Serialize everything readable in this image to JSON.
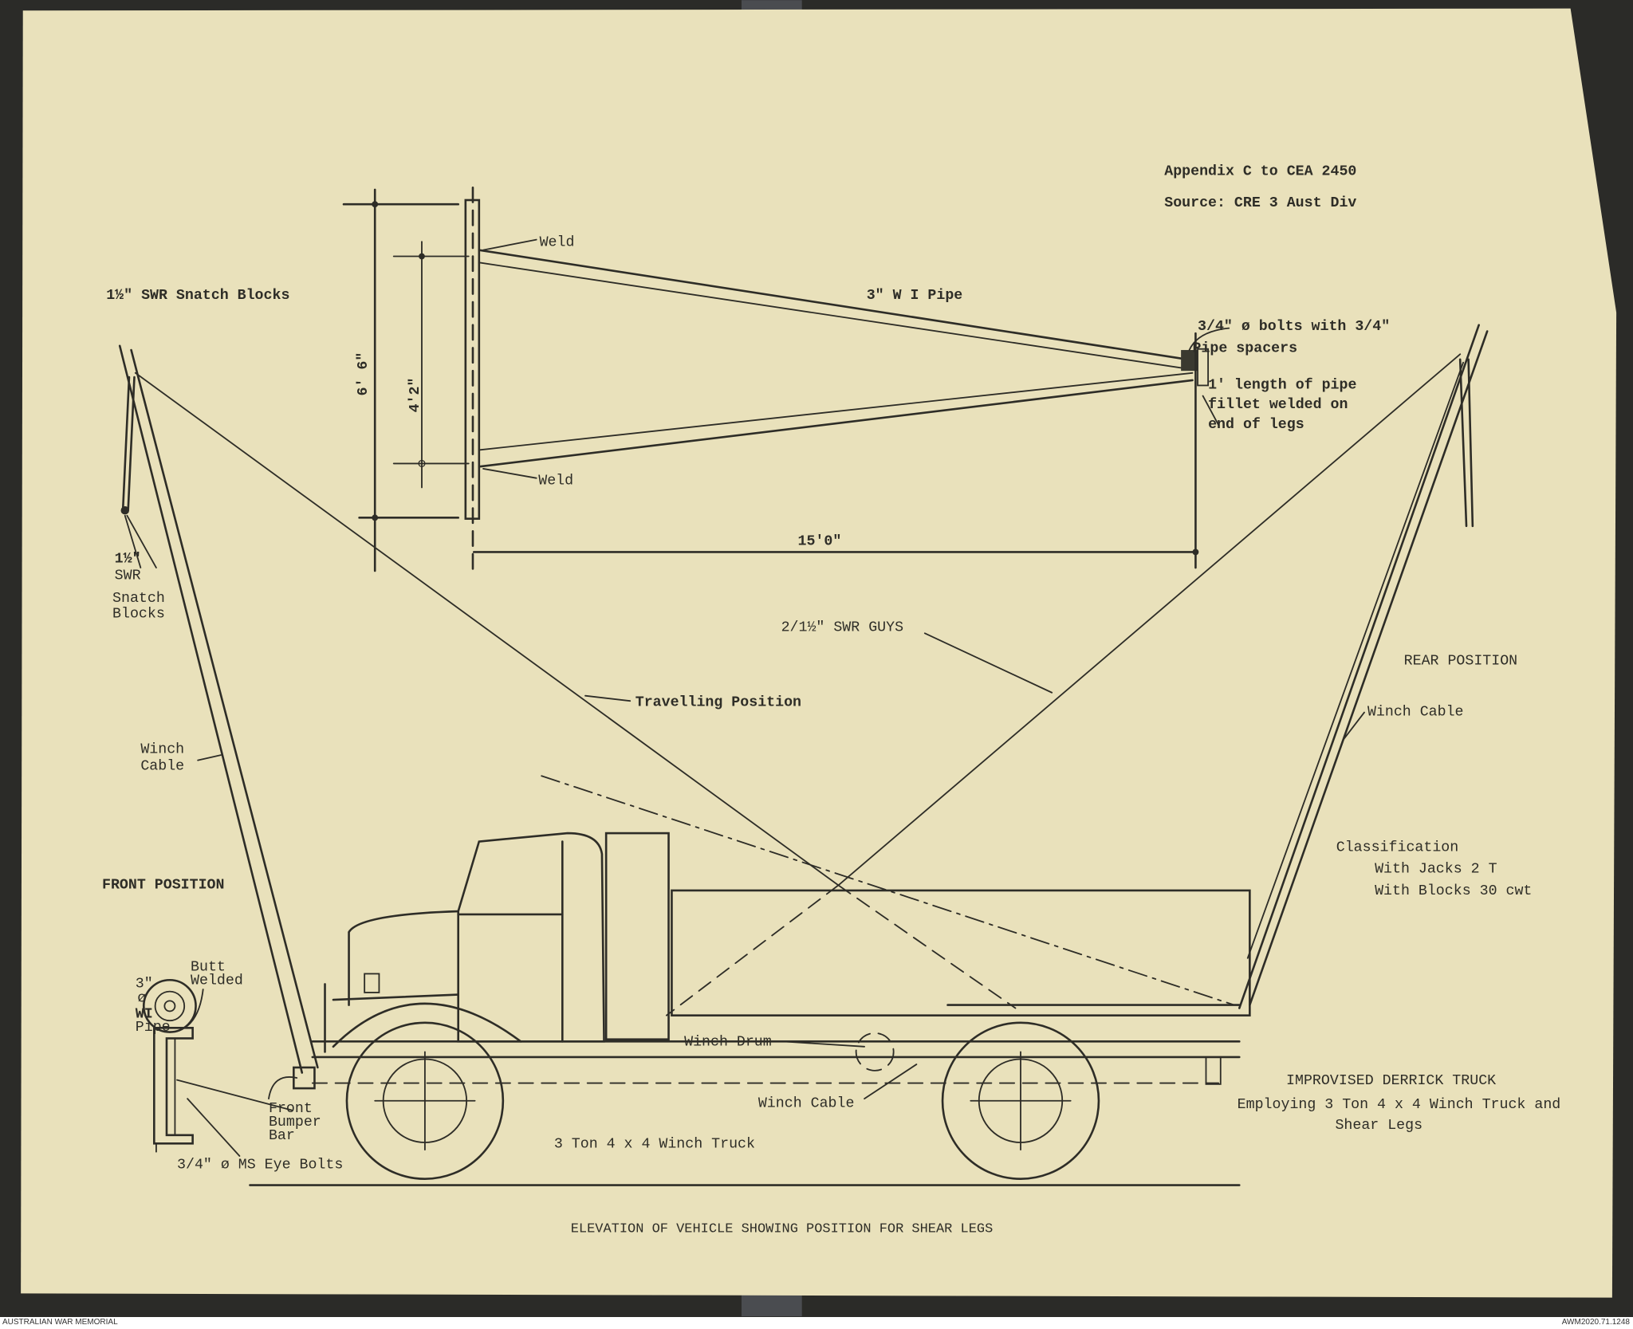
{
  "header": {
    "appendix": "Appendix C to CEA 2450",
    "source": "Source:   CRE 3 Aust Div"
  },
  "detail": {
    "snatch_blocks_title": "1½\" SWR Snatch Blocks",
    "weld_top": "Weld",
    "weld_bottom": "Weld",
    "pipe": "3\"  W I Pipe",
    "bolts_1": "3/4\" ø bolts with 3/4\"",
    "bolts_2": "Pipe spacers",
    "length_1": "1' length of pipe",
    "length_2": "fillet welded on",
    "length_3": "end of legs",
    "dim_outer": "6' 6\"",
    "dim_inner": "4'2\"",
    "dim_length": "15'0\""
  },
  "labels": {
    "snatch_1": "1½\"",
    "snatch_2": "SWR",
    "snatch_3": "Snatch",
    "snatch_4": "Blocks",
    "guys": "2/1½\" SWR GUYS",
    "travelling": "Travelling Position",
    "rear_position": "REAR POSITION",
    "winch_cable_right": "Winch Cable",
    "winch_cable_left_1": "Winch",
    "winch_cable_left_2": "Cable",
    "front_position": "FRONT POSITION",
    "butt_1": "Butt",
    "butt_2": "Welded",
    "pipe_1": "3\"",
    "pipe_2": "ø",
    "pipe_3": "WI",
    "pipe_4": "Pipe",
    "bumper_1": "Front",
    "bumper_2": "Bumper",
    "bumper_3": "Bar",
    "eye_bolts": "3/4\" ø MS Eye Bolts",
    "winch_drum": "Winch Drum",
    "winch_cable_bottom": "Winch Cable",
    "truck": "3 Ton   4 x 4 Winch Truck",
    "classification": "Classification",
    "jacks": "With Jacks 2 T",
    "blocks": "With Blocks 30 cwt",
    "title_1": "IMPROVISED DERRICK TRUCK",
    "title_2": "Employing 3 Ton 4 x 4 Winch Truck and",
    "title_3": "Shear Legs",
    "caption": "ELEVATION OF VEHICLE SHOWING POSITION FOR SHEAR LEGS"
  },
  "footer": {
    "left": "AUSTRALIAN WAR MEMORIAL",
    "right": "AWM2020.71.1248"
  },
  "colors": {
    "paper": "#e9e1bb",
    "ink": "#2e2d27",
    "background": "#2b2b28"
  }
}
